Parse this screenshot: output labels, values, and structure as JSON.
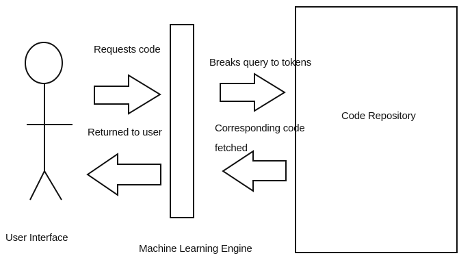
{
  "diagram": {
    "actor_label": "User Interface",
    "engine_label": "Machine Learning Engine",
    "repository_label": "Code Repository",
    "arrows": {
      "requests": "Requests code",
      "breaks": "Breaks query to tokens",
      "returned": "Returned to user",
      "corresponding": "Corresponding code",
      "fetched": "fetched"
    }
  }
}
